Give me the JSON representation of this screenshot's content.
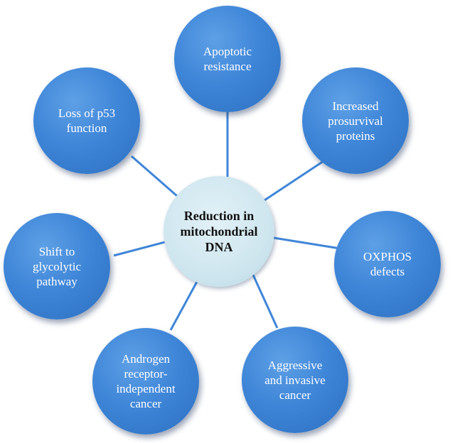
{
  "diagram": {
    "center": {
      "label": "Reduction in\nmitochondrial\nDNA"
    },
    "nodes": [
      {
        "id": "apoptotic-resistance",
        "label": "Apoptotic\nresistance"
      },
      {
        "id": "increased-prosurvival-proteins",
        "label": "Increased\nprosurvival\nproteins"
      },
      {
        "id": "oxphos-defects",
        "label": "OXPHOS\ndefects"
      },
      {
        "id": "aggressive-invasive-cancer",
        "label": "Aggressive\nand invasive\ncancer"
      },
      {
        "id": "androgen-receptor-independent-cancer",
        "label": "Androgen\nreceptor-\nindependent\ncancer"
      },
      {
        "id": "shift-to-glycolytic-pathway",
        "label": "Shift to\nglycolytic\npathway"
      },
      {
        "id": "loss-of-p53-function",
        "label": "Loss of p53\nfunction"
      }
    ],
    "colors": {
      "node": "#3f86d8",
      "center": "#cfe6ef",
      "connector": "#3f86d8"
    }
  }
}
